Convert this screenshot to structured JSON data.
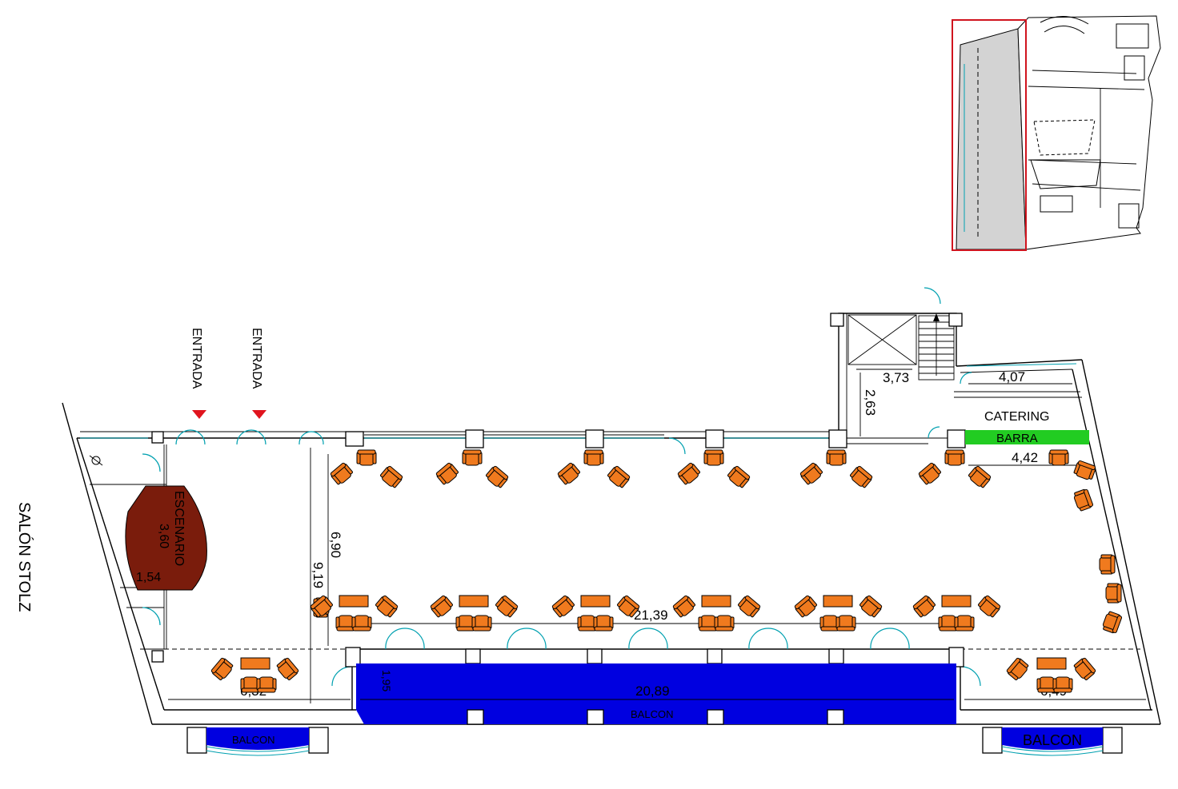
{
  "labels": {
    "room_name": "SALÓN STOLZ",
    "entrance_1": "ENTRADA",
    "entrance_2": "ENTRADA",
    "stage": "ESCENARIO",
    "catering": "CATERING",
    "bar": "BARRA",
    "balcony_main": "BALCON",
    "balcony_left": "BALCON",
    "balcony_right": "BALCON"
  },
  "dimensions": {
    "stage_width": "3,60",
    "stage_depth": "1,54",
    "hall_width_inner": "6,90",
    "hall_width_total": "9,19",
    "hall_length": "21,39",
    "balcony_length": "20,89",
    "balcony_depth": "1,95",
    "left_bay": "6,32",
    "right_bay": "6,49",
    "stair_width": "3,73",
    "catering_width": "4,07",
    "catering_depth": "2,63",
    "bar_length": "4,42"
  },
  "colors": {
    "chairs": "#f07a1e",
    "stage": "#7a1c0c",
    "balcony": "#0000e0",
    "bar": "#22cc22",
    "entrance_arrow": "#e0141e",
    "key_plan_highlight": "#d0141e",
    "key_plan_shade": "#d3d3d3",
    "glazing": "#00a0b0"
  },
  "icons": [
    "entrance-arrow-icon",
    "chair-icon",
    "table-icon",
    "stair-icon",
    "lift-icon",
    "door-swing-icon"
  ]
}
